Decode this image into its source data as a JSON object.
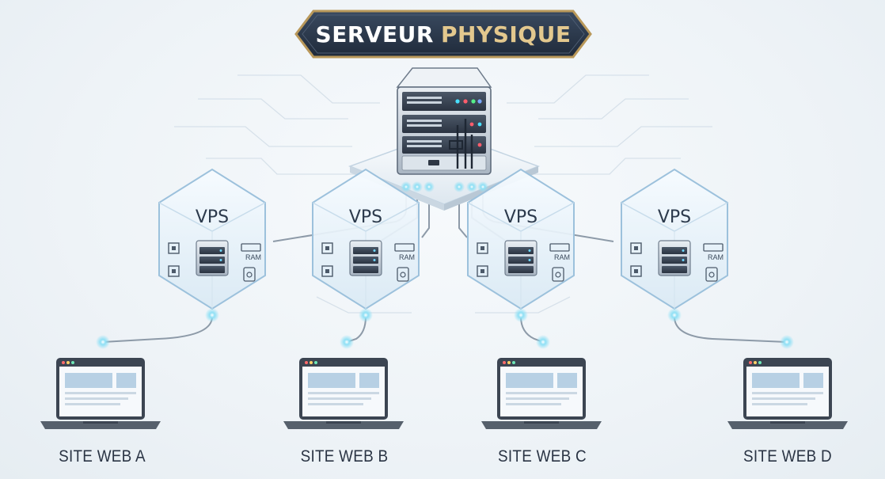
{
  "title": {
    "part1": "SERVEUR",
    "part2": "PHYSIQUE"
  },
  "vps": [
    {
      "label": "VPS",
      "resource": "RAM"
    },
    {
      "label": "VPS",
      "resource": "RAM"
    },
    {
      "label": "VPS",
      "resource": "RAM"
    },
    {
      "label": "VPS",
      "resource": "RAM"
    }
  ],
  "sites": [
    {
      "label": "SITE WEB A"
    },
    {
      "label": "SITE WEB B"
    },
    {
      "label": "SITE WEB C"
    },
    {
      "label": "SITE WEB D"
    }
  ],
  "colors": {
    "banner_dark": "#28364a",
    "banner_border": "#b9985a",
    "accent_gold": "#e3c88e",
    "glow_cyan": "#7fd6ef",
    "line_gray": "#8d9aa8",
    "laptop_dark": "#3c4552"
  }
}
